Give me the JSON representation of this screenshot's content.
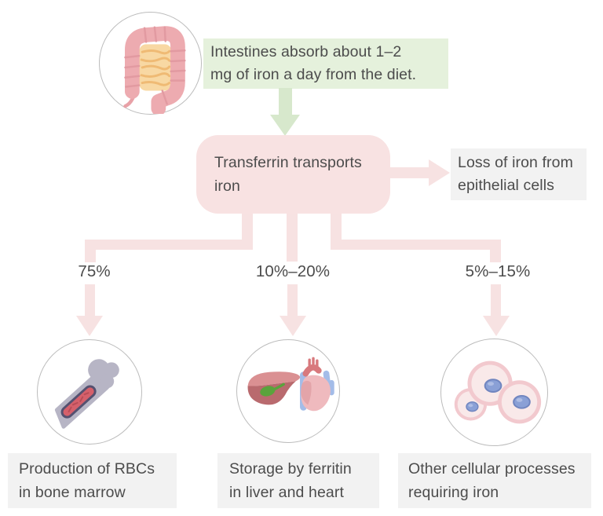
{
  "colors": {
    "text": "#4c4c4c",
    "green-box": "#e5f1dc",
    "green-arrow": "#d7e8cc",
    "pink-box": "#f8e2e2",
    "pink-line": "#f7e2e2",
    "gray-box": "#f2f2f2",
    "circle-border": "#bcbcbc"
  },
  "intake_note": {
    "line1": "Intestines absorb about 1–2",
    "line2": "mg of iron a day from the diet."
  },
  "transferrin": {
    "line1": "Transferrin transports",
    "line2": "iron"
  },
  "loss": {
    "line1": "Loss of iron from",
    "line2": "epithelial cells"
  },
  "branches": [
    {
      "percent": "75%",
      "line1": "Production of RBCs",
      "line2": "in bone marrow"
    },
    {
      "percent": "10%–20%",
      "line1": "Storage by ferritin",
      "line2": "in liver and heart"
    },
    {
      "percent": "5%–15%",
      "line1": "Other cellular processes",
      "line2": "requiring iron"
    }
  ],
  "icons": {
    "top": "intestines-icon",
    "branch0": "bone-marrow-icon",
    "branch1": "liver-heart-icon",
    "branch2": "cells-icon"
  }
}
